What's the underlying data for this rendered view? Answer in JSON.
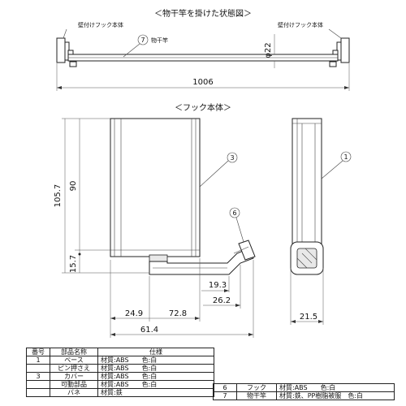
{
  "titles": {
    "assembled_view": "＜物干竿を掛けた状態図＞",
    "hook_body": "＜フック本体＞"
  },
  "top_view": {
    "left_hook_label": "壁付けフック本体",
    "right_hook_label": "壁付けフック本体",
    "pole_label": "物干竿",
    "pole_callout": "7",
    "diameter": "φ22",
    "total_length": "1006"
  },
  "hook_view": {
    "callouts": [
      "3",
      "6",
      "1"
    ],
    "dimensions": {
      "overall_height": "105.7",
      "body_height": "90",
      "bottom_offset": "15.7",
      "arm_19_3": "19.3",
      "arm_26_2": "26.2",
      "width_24_9": "24.9",
      "width_72_8": "72.8",
      "width_61_4": "61.4",
      "depth": "21.5"
    }
  },
  "parts_table": {
    "headers": [
      "番号",
      "部品名称",
      "仕様"
    ],
    "rows": [
      [
        "1",
        "ベース",
        "材質:ABS　　色:白"
      ],
      [
        "",
        "ピン押さえ",
        "材質:ABS　　色:白"
      ],
      [
        "3",
        "カバー",
        "材質:ABS　　色:白"
      ],
      [
        "",
        "可動部品",
        "材質:ABS　　色:白"
      ],
      [
        "",
        "バネ",
        "材質:鉄"
      ]
    ],
    "rows_right": [
      [
        "6",
        "フック",
        "材質:ABS　　色:白"
      ],
      [
        "7",
        "物干竿",
        "材質:鉄、PP樹脂被服　色:白"
      ]
    ]
  }
}
